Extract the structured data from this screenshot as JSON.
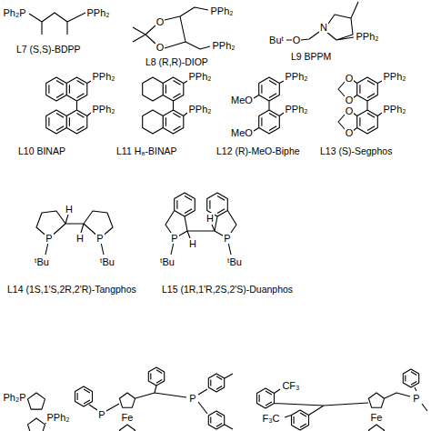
{
  "diagram": {
    "labels": [
      "Ph₂P",
      "PPh₂",
      "L7 (S,S)-BDPP",
      "O",
      "O",
      "PPh₂",
      "PPh₂",
      "L8 (R,R)-DIOP",
      "N",
      "Buᵗ",
      "O",
      "PPh₂",
      "L9 BPPM",
      "PPh₂",
      "PPh₂",
      "L10 BINAP",
      "PPh₂",
      "PPh₂",
      "L11 H₈-BINAP",
      "MeO",
      "MeO",
      "PPh₂",
      "PPh₂",
      "L12 (R)-MeO-Biphe",
      "O",
      "O",
      "O",
      "O",
      "PPh₂",
      "PPh₂",
      "L13 (S)-Segphos",
      "P",
      "P",
      "H",
      "H",
      "ᵗBu",
      "ᵗBu",
      "L14 (1S,1'S,2R,2'R)-Tangphos",
      "P",
      "P",
      "H",
      "H",
      "ᵗBu",
      "ᵗBu",
      "L15 (1R,1'R,2S,2'S)-Duanphos",
      "Ph₂P",
      "PPh₂",
      "P",
      "Fe",
      "P",
      "CF₃",
      "F₃C",
      "Fe",
      "P"
    ]
  }
}
